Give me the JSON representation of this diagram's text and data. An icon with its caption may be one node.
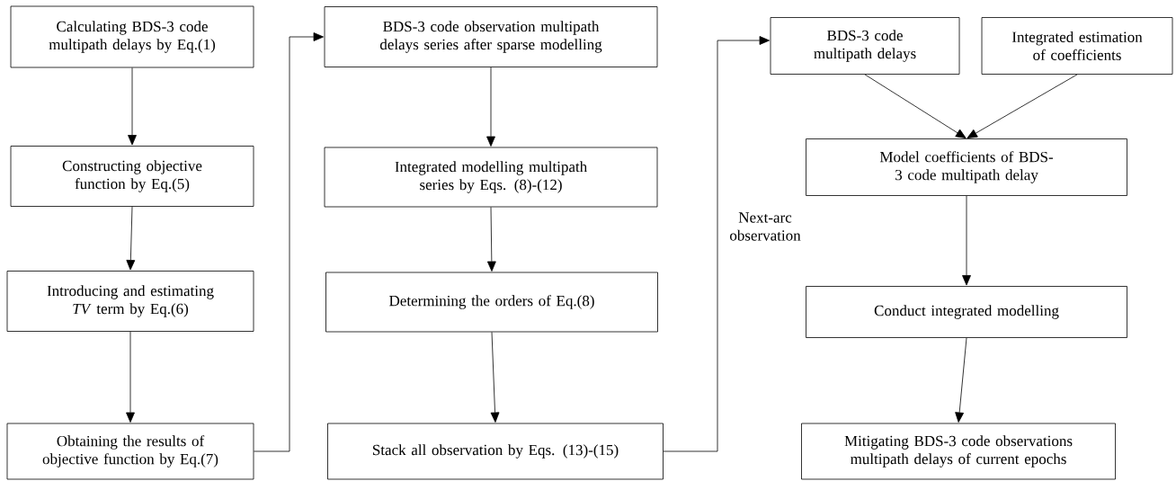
{
  "diagram": {
    "nodes": [
      {
        "text": [
          "Calculating BDS-3 code multipath delays by Eq.(1)"
        ]
      },
      {
        "text": [
          "Constructing objective function by Eq.(5)"
        ]
      },
      {
        "text": [
          "Introducing and estimating *TV* term by Eq.(6)"
        ]
      },
      {
        "text": [
          "Obtaining the results of objective function by Eq.(7)"
        ]
      },
      {
        "text": [
          "BDS-3 code observation multipath delays series after sparse modelling"
        ]
      },
      {
        "text": [
          "Integrated modelling multipath series by Eqs. (8)-(12)"
        ]
      },
      {
        "text": [
          "Determining the orders of Eq.(8)"
        ]
      },
      {
        "text": [
          "Stack all observation by Eqs. (13)-(15)"
        ]
      },
      {
        "text": [
          "BDS-3 code multipath delays"
        ]
      },
      {
        "text": [
          "Integrated estimation of coefficients"
        ]
      },
      {
        "text": [
          "Model coefficients of BDS-3 code multipath delay"
        ]
      },
      {
        "text": [
          "Conduct integrated modelling"
        ]
      },
      {
        "text": [
          "Mitigating BDS-3 code observations multipath delays of current epochs"
        ]
      }
    ],
    "edges": [
      {
        "from": 0,
        "to": 1,
        "arrow": "to"
      },
      {
        "from": 1,
        "to": 2,
        "arrow": "to"
      },
      {
        "from": 2,
        "to": 3,
        "arrow": "to"
      },
      {
        "from": 3,
        "to": 4,
        "arrow": "to"
      },
      {
        "from": 4,
        "to": 5,
        "arrow": "to"
      },
      {
        "from": 5,
        "to": 6,
        "arrow": "to"
      },
      {
        "from": 6,
        "to": 7,
        "arrow": "to"
      },
      {
        "from": 7,
        "to": 8,
        "arrow": "to",
        "label": "Next-arc observation"
      },
      {
        "from": 8,
        "to": 10,
        "arrow": "to"
      },
      {
        "from": 9,
        "to": 10,
        "arrow": "to"
      },
      {
        "from": 10,
        "to": 11,
        "arrow": "to"
      },
      {
        "from": 11,
        "to": 12,
        "arrow": "to"
      }
    ]
  }
}
